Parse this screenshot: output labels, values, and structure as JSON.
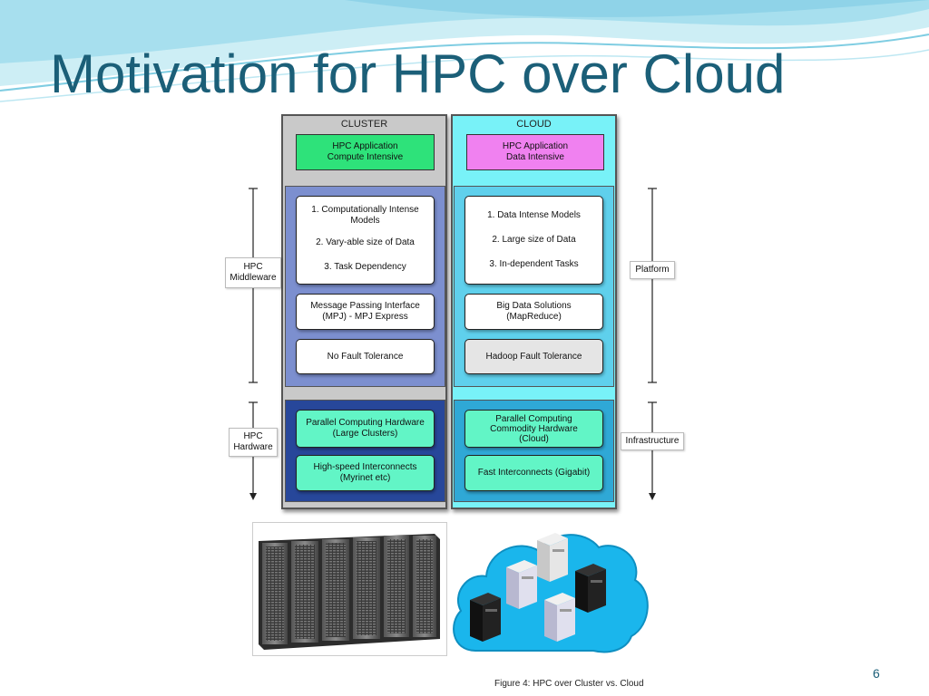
{
  "slide": {
    "title": "Motivation for HPC over Cloud",
    "page_number": "6",
    "caption": "Figure 4: HPC over Cluster vs. Cloud"
  },
  "diagram": {
    "cluster": {
      "header": "CLUSTER",
      "app": [
        "HPC Application",
        "Compute Intensive"
      ],
      "middleware_list": [
        "1. Computationally Intense",
        "Models",
        "2. Vary-able size of Data",
        "3. Task Dependency"
      ],
      "mpi": [
        "Message Passing Interface",
        "(MPJ) - MPJ Express"
      ],
      "fault": "No Fault Tolerance",
      "hardware": [
        "Parallel Computing Hardware",
        "(Large Clusters)"
      ],
      "interconnect": [
        "High-speed Interconnects",
        "(Myrinet etc)"
      ]
    },
    "cloud": {
      "header": "CLOUD",
      "app": [
        "HPC Application",
        "Data Intensive"
      ],
      "middleware_list": [
        "1. Data Intense Models",
        "2. Large size of Data",
        "3.  In-dependent Tasks"
      ],
      "bigdata": [
        "Big Data Solutions",
        "(MapReduce)"
      ],
      "fault": "Hadoop Fault Tolerance",
      "hardware": [
        "Parallel Computing",
        "Commodity Hardware",
        "(Cloud)"
      ],
      "interconnect": "Fast Interconnects (Gigabit)"
    },
    "side_labels": {
      "hpc_middleware": [
        "HPC",
        "Middleware"
      ],
      "hpc_hardware": [
        "HPC",
        "Hardware"
      ],
      "platform": "Platform",
      "infrastructure": "Infrastructure"
    }
  },
  "colors": {
    "title": "#1b5f78",
    "cluster_bg": "#c9c9c9",
    "cloud_bg": "#78f2f8",
    "app_compute": "#2ee27a",
    "app_data": "#f081f0",
    "hardware_box": "#62f5c6"
  },
  "icons": [
    "server-rack-image",
    "cloud-servers-image"
  ]
}
